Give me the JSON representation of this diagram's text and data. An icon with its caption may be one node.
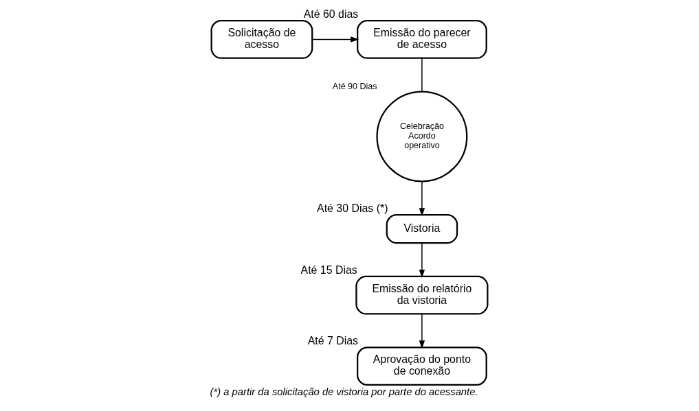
{
  "diagram": {
    "caption": "(*) a partir da solicitação de vistoria por parte do acessante.",
    "nodes": [
      {
        "text": [
          "Solicitação de acesso"
        ]
      },
      {
        "text": [
          "Emissão do parecer de acesso"
        ],
        "beside": [
          "Até 60 dias"
        ]
      },
      {
        "text": [
          "Celebração Acordo operativo"
        ],
        "beside": [
          "Até 90 Dias"
        ]
      },
      {
        "text": [
          "Vistoria"
        ],
        "beside": [
          "Até 30 Dias (*)"
        ]
      },
      {
        "text": [
          "Emissão do relatório da vistoria"
        ],
        "beside": [
          "Até 15 Dias"
        ]
      },
      {
        "text": [
          "Aprovação do ponto de conexão"
        ],
        "beside": [
          "Até 7 Dias"
        ]
      }
    ],
    "edges": [
      {
        "from": 0,
        "to": 1,
        "arrow": "to"
      },
      {
        "from": 1,
        "to": 2,
        "arrow": "none"
      },
      {
        "from": 2,
        "to": 3,
        "arrow": "to"
      },
      {
        "from": 3,
        "to": 4,
        "arrow": "to"
      },
      {
        "from": 4,
        "to": 5,
        "arrow": "to"
      }
    ]
  }
}
